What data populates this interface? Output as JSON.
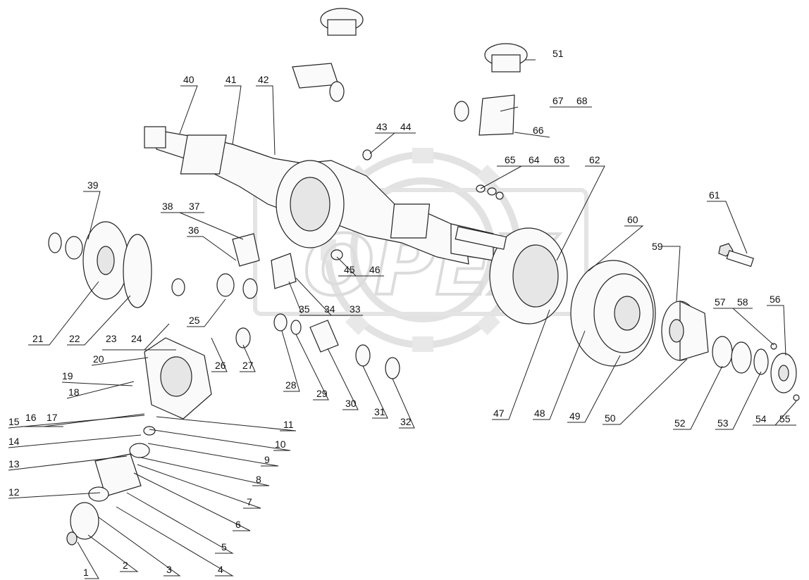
{
  "watermark": {
    "text": "OPEX",
    "color": "#d9d9d9"
  },
  "callouts": [
    {
      "n": "1"
    },
    {
      "n": "2"
    },
    {
      "n": "3"
    },
    {
      "n": "4"
    },
    {
      "n": "5"
    },
    {
      "n": "6"
    },
    {
      "n": "7"
    },
    {
      "n": "8"
    },
    {
      "n": "9"
    },
    {
      "n": "10"
    },
    {
      "n": "11"
    },
    {
      "n": "12"
    },
    {
      "n": "13"
    },
    {
      "n": "14"
    },
    {
      "n": "15"
    },
    {
      "n": "16"
    },
    {
      "n": "17"
    },
    {
      "n": "18"
    },
    {
      "n": "19"
    },
    {
      "n": "20"
    },
    {
      "n": "21"
    },
    {
      "n": "22"
    },
    {
      "n": "23"
    },
    {
      "n": "24"
    },
    {
      "n": "25"
    },
    {
      "n": "26"
    },
    {
      "n": "27"
    },
    {
      "n": "28"
    },
    {
      "n": "29"
    },
    {
      "n": "30"
    },
    {
      "n": "31"
    },
    {
      "n": "32"
    },
    {
      "n": "33"
    },
    {
      "n": "34"
    },
    {
      "n": "35"
    },
    {
      "n": "36"
    },
    {
      "n": "37"
    },
    {
      "n": "38"
    },
    {
      "n": "39"
    },
    {
      "n": "40"
    },
    {
      "n": "41"
    },
    {
      "n": "42"
    },
    {
      "n": "43"
    },
    {
      "n": "44"
    },
    {
      "n": "45"
    },
    {
      "n": "46"
    },
    {
      "n": "47"
    },
    {
      "n": "48"
    },
    {
      "n": "49"
    },
    {
      "n": "50"
    },
    {
      "n": "51"
    },
    {
      "n": "52"
    },
    {
      "n": "53"
    },
    {
      "n": "54"
    },
    {
      "n": "55"
    },
    {
      "n": "56"
    },
    {
      "n": "57"
    },
    {
      "n": "58"
    },
    {
      "n": "59"
    },
    {
      "n": "60"
    },
    {
      "n": "61"
    },
    {
      "n": "62"
    },
    {
      "n": "63"
    },
    {
      "n": "64"
    },
    {
      "n": "65"
    },
    {
      "n": "66"
    },
    {
      "n": "67"
    },
    {
      "n": "68"
    }
  ]
}
